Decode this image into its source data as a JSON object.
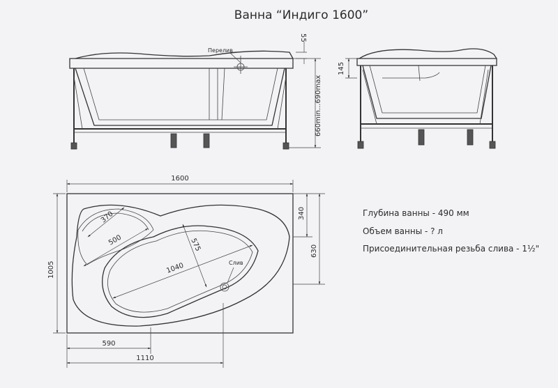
{
  "title": "Ванна “Индиго 1600”",
  "side_view": {
    "overflow_label": "Перелив",
    "rim_height": "55",
    "height_range": "660min...690max"
  },
  "end_view": {
    "rim_height": "145"
  },
  "plan_view": {
    "width": "1600",
    "depth": "1005",
    "right_upper": "340",
    "right_total": "630",
    "headrest_1": "370",
    "headrest_2": "500",
    "bowl_length": "1040",
    "bowl_width": "575",
    "drain_label": "Слив",
    "bottom_inner": "590",
    "bottom_total": "1110"
  },
  "specs": [
    "Глубина ванны - 490 мм",
    "Объем ванны - ? л",
    "Присоединительная резьба слива - 1½\""
  ]
}
